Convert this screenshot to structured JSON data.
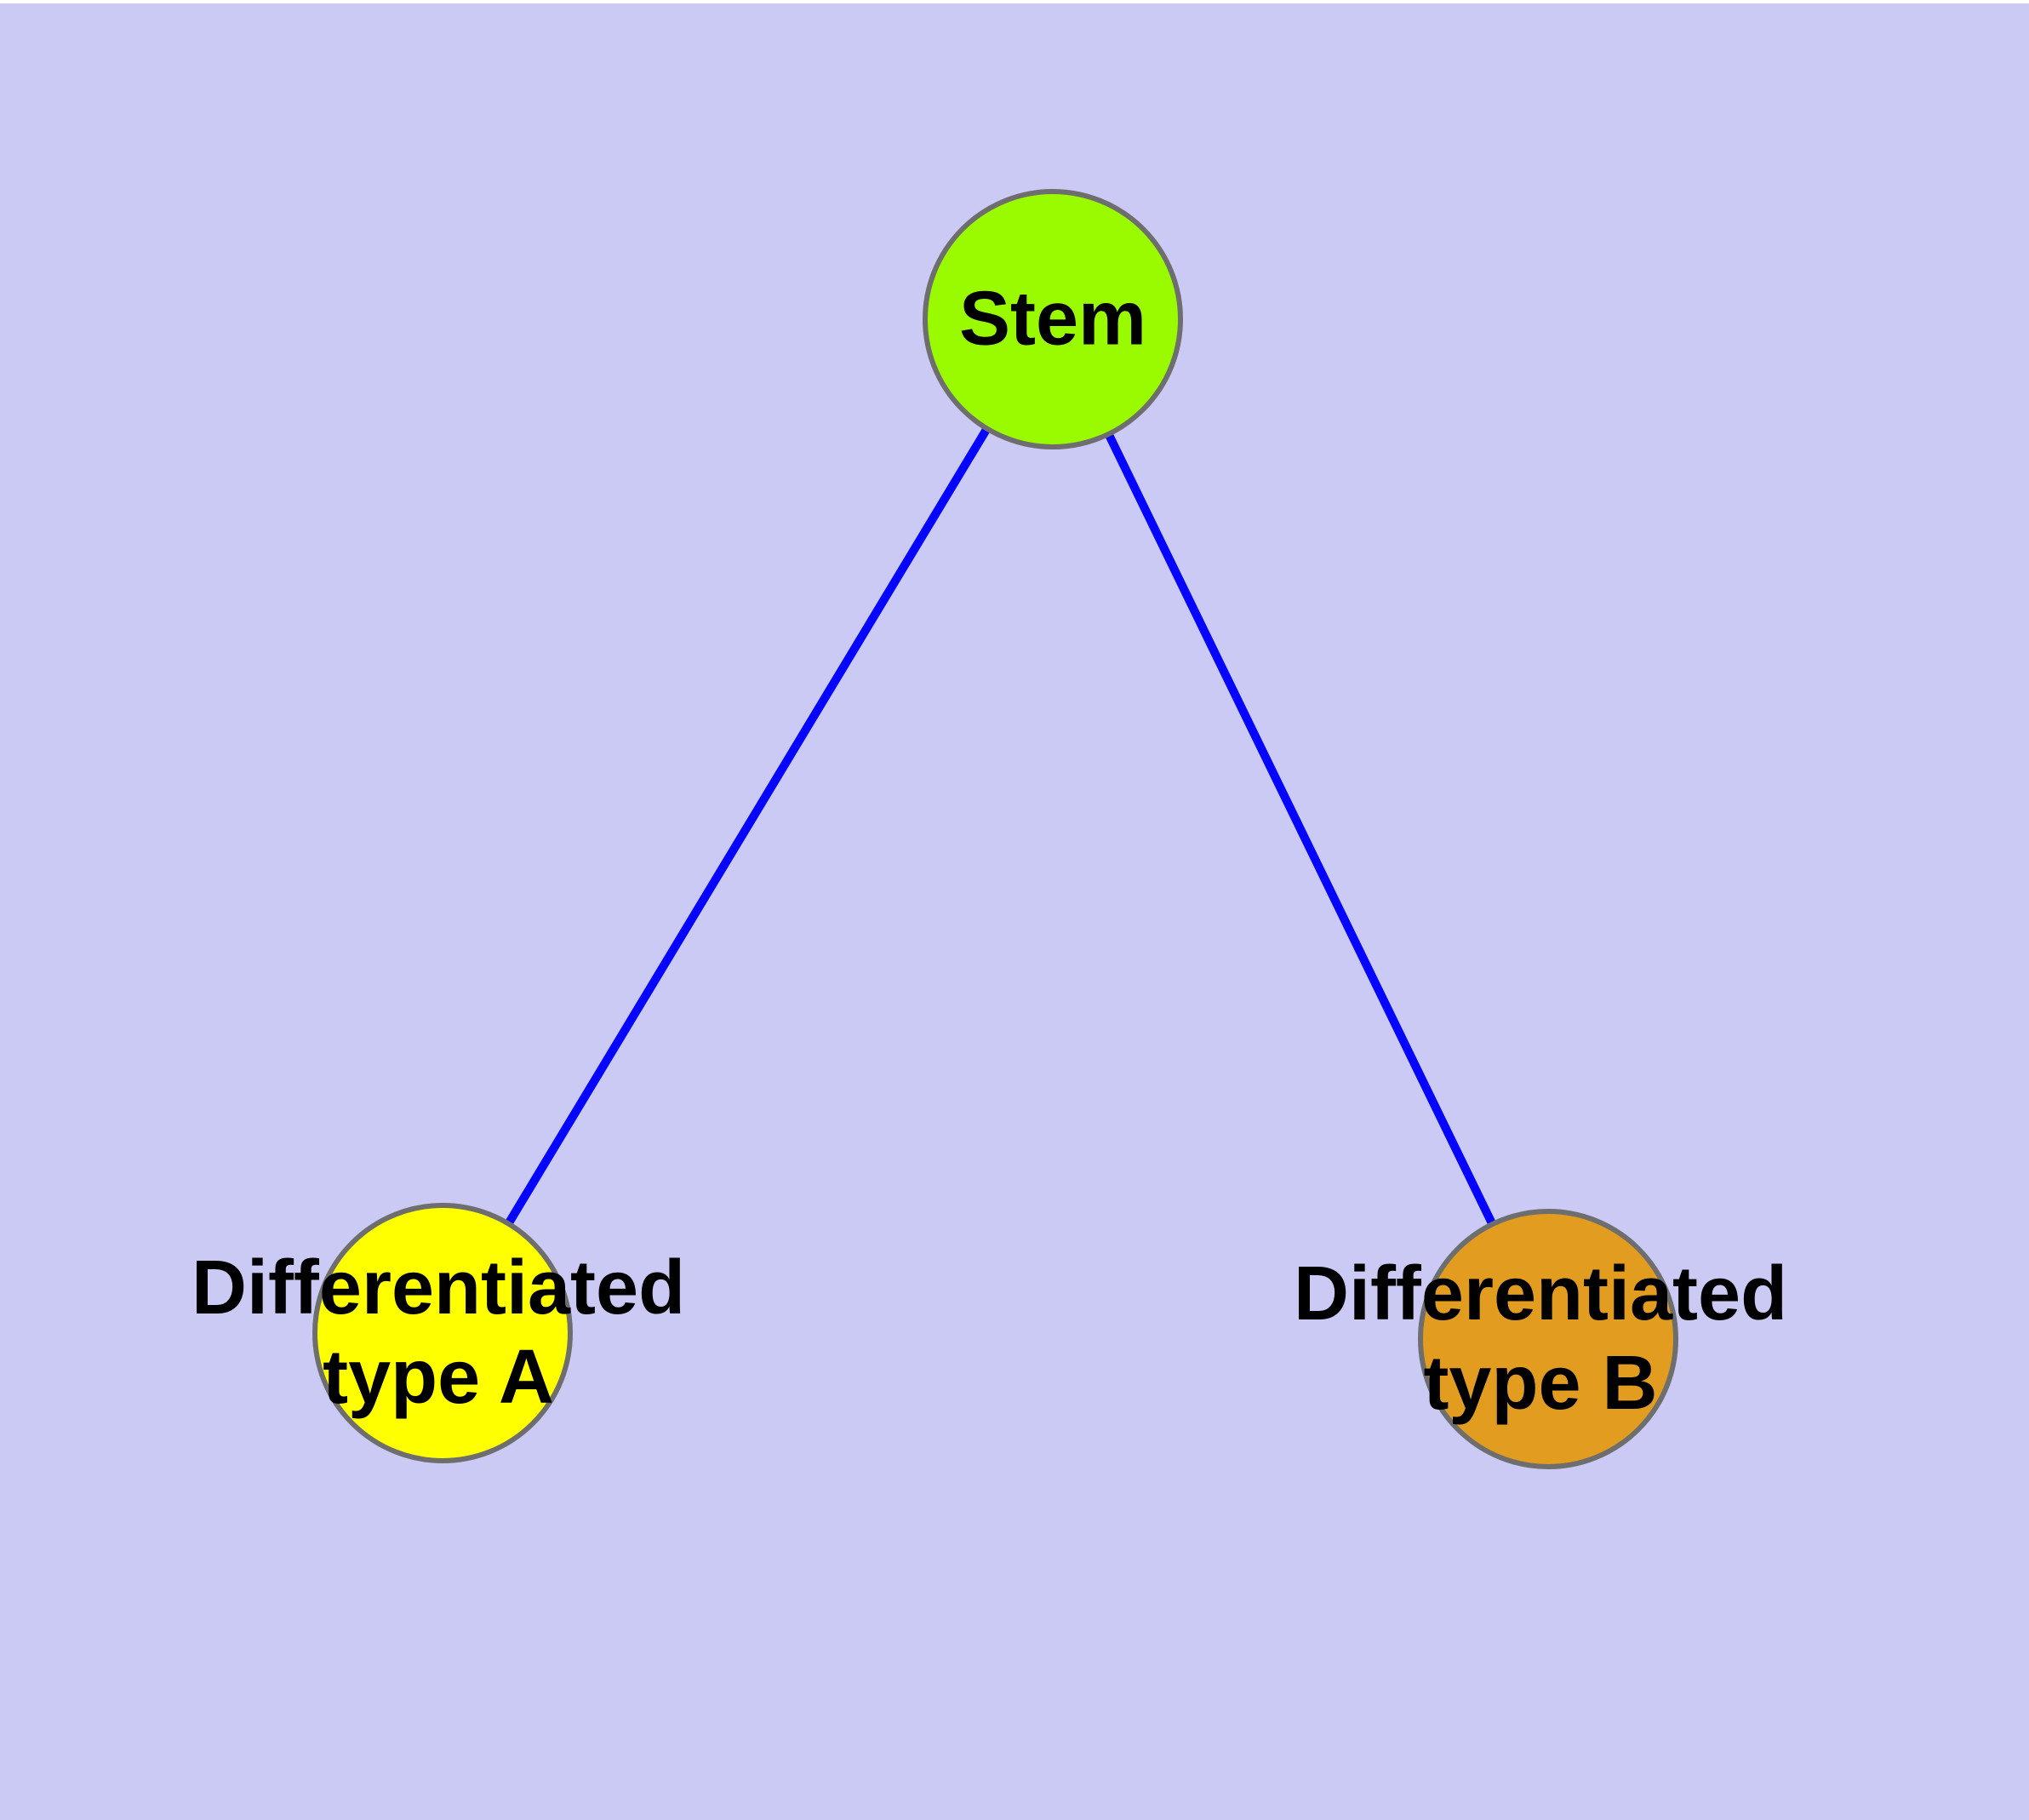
{
  "diagram": {
    "background_color": "#CACAF5",
    "edge_color": "#0404FF",
    "node_border_color": "#6E6E6E",
    "label_color": "#000000",
    "nodes": [
      {
        "id": "stem",
        "label_lines": [
          "Stem"
        ],
        "fill": "#9AFB00"
      },
      {
        "id": "typeA",
        "label_lines": [
          "Differentiated",
          "type A"
        ],
        "fill": "#FFFF00"
      },
      {
        "id": "typeB",
        "label_lines": [
          "Differentiated",
          "type B"
        ],
        "fill": "#E29C20"
      }
    ],
    "edges": [
      {
        "from": "stem",
        "to": "typeA"
      },
      {
        "from": "stem",
        "to": "typeB"
      }
    ]
  }
}
